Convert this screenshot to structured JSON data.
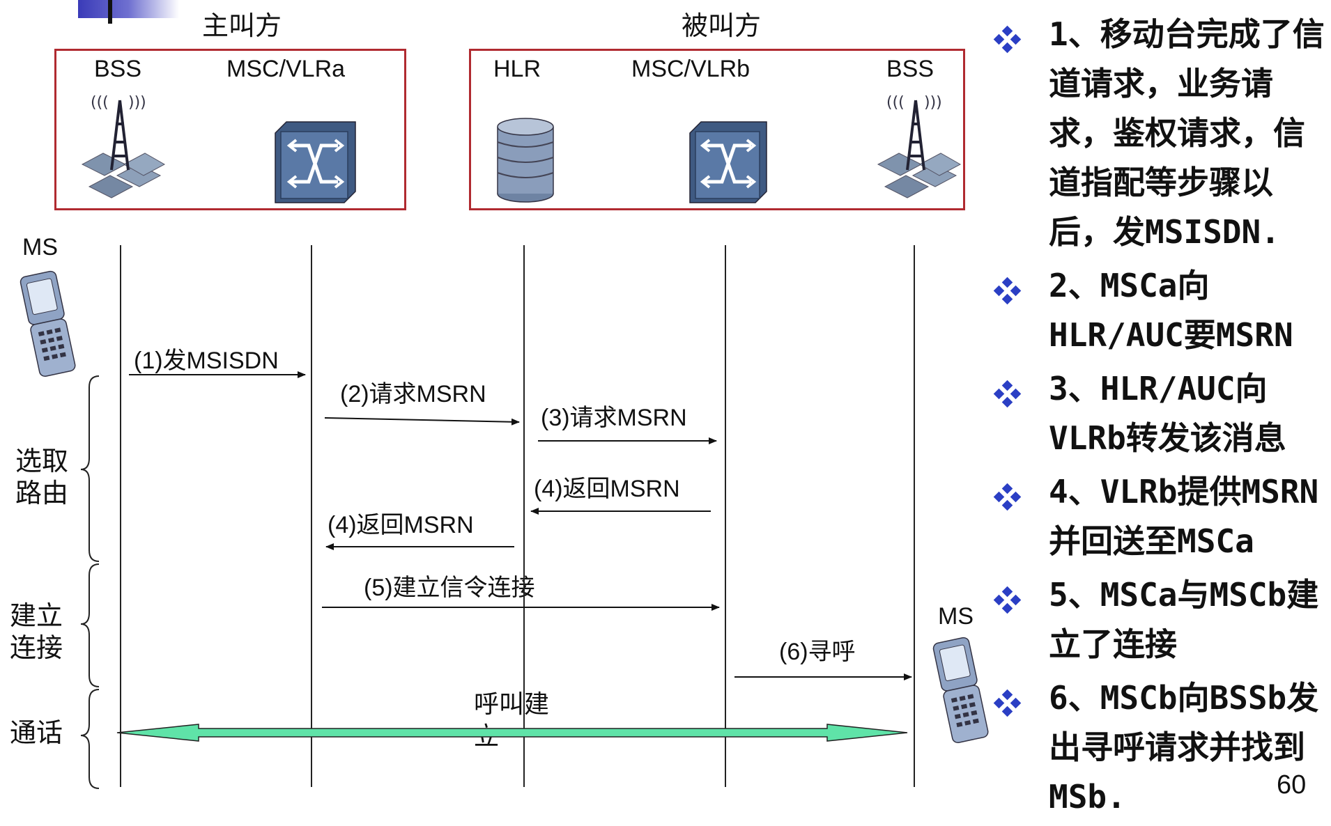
{
  "groups": {
    "calling": "主叫方",
    "called": "被叫方"
  },
  "entities": {
    "bss_a": "BSS",
    "msc_vlr_a": "MSC/VLRa",
    "hlr": "HLR",
    "msc_vlr_b": "MSC/VLRb",
    "bss_b": "BSS",
    "ms_a": "MS",
    "ms_b": "MS"
  },
  "phases": {
    "routing": "选取路由",
    "connect": "建立连接",
    "talk": "通话"
  },
  "messages": {
    "m1": "(1)发MSISDN",
    "m2": "(2)请求MSRN",
    "m3": "(3)请求MSRN",
    "m4a": "(4)返回MSRN",
    "m4b": "(4)返回MSRN",
    "m5": "(5)建立信令连接",
    "m6": "(6)寻呼",
    "call": "呼叫建立"
  },
  "steps": [
    "1、移动台完成了信道请求，业务请求，鉴权请求，信道指配等步骤以后，发MSISDN.",
    "2、MSCa向HLR/AUC要MSRN",
    "3、HLR/AUC向VLRb转发该消息",
    "4、VLRb提供MSRN并回送至MSCa",
    "5、MSCa与MSCb建立了连接",
    "6、MSCb向BSSb发出寻呼请求并找到MSb."
  ],
  "page_number": "60",
  "colors": {
    "box_border": "#b02a30",
    "bullet": "#2b3fc4",
    "call_arrow": "#5fe3a8"
  }
}
